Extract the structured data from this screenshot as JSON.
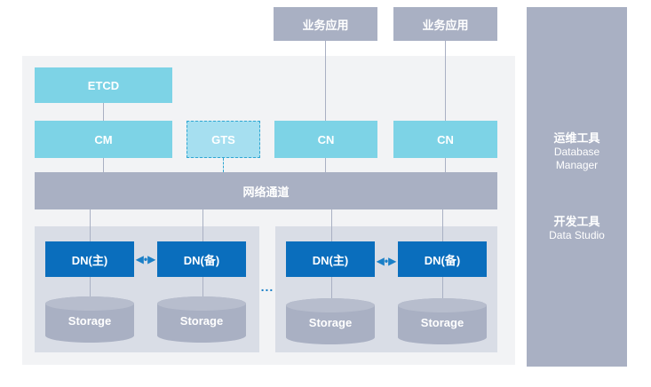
{
  "apps": [
    "业务应用",
    "业务应用"
  ],
  "etcd": "ETCD",
  "cm": "CM",
  "gts": "GTS",
  "cn": [
    "CN",
    "CN"
  ],
  "network": "网络通道",
  "dn_groups": [
    {
      "primary": "DN(主)",
      "standby": "DN(备)",
      "storage": [
        "Storage",
        "Storage"
      ]
    },
    {
      "primary": "DN(主)",
      "standby": "DN(备)",
      "storage": [
        "Storage",
        "Storage"
      ]
    }
  ],
  "ellipsis": "...",
  "tools": {
    "ops_title": "运维工具",
    "ops_sub1": "Database",
    "ops_sub2": "Manager",
    "dev_title": "开发工具",
    "dev_sub": "Data Studio"
  },
  "colors": {
    "gray": "#a9b0c3",
    "cyan": "#7dd3e6",
    "dn_blue": "#0a6ebd",
    "storage_gray": "#a9b0c3",
    "panel_bg": "#f2f3f5",
    "group_bg": "#d9dde6"
  }
}
